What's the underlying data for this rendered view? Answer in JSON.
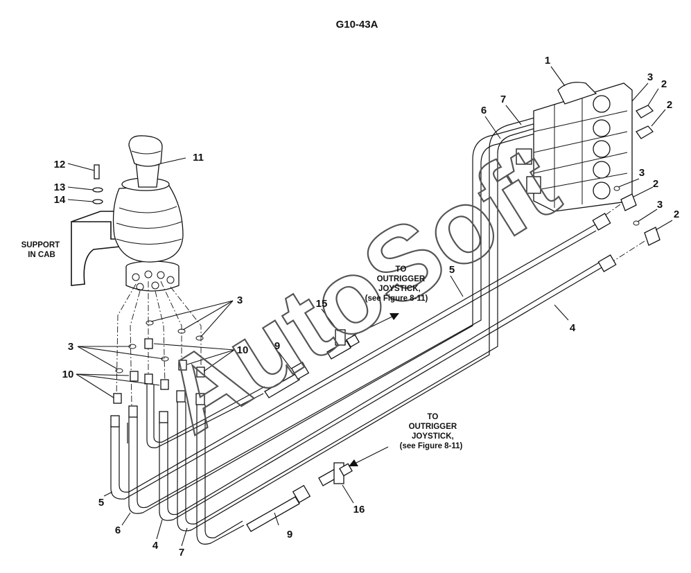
{
  "figure_id": "G10-43A",
  "watermark": "AutoSoft",
  "callouts": [
    "1",
    "2",
    "2",
    "2",
    "2",
    "3",
    "3",
    "3",
    "3",
    "3",
    "4",
    "4",
    "5",
    "5",
    "6",
    "6",
    "7",
    "7",
    "9",
    "9",
    "10",
    "10",
    "11",
    "12",
    "13",
    "14",
    "15",
    "16"
  ],
  "notes": {
    "support": [
      "SUPPORT",
      "IN CAB"
    ],
    "outrigger_upper": [
      "TO",
      "OUTRIGGER",
      "JOYSTICK,",
      "(see Figure 8-11)"
    ],
    "outrigger_lower": [
      "TO",
      "OUTRIGGER",
      "JOYSTICK,",
      "(see Figure 8-11)"
    ]
  }
}
